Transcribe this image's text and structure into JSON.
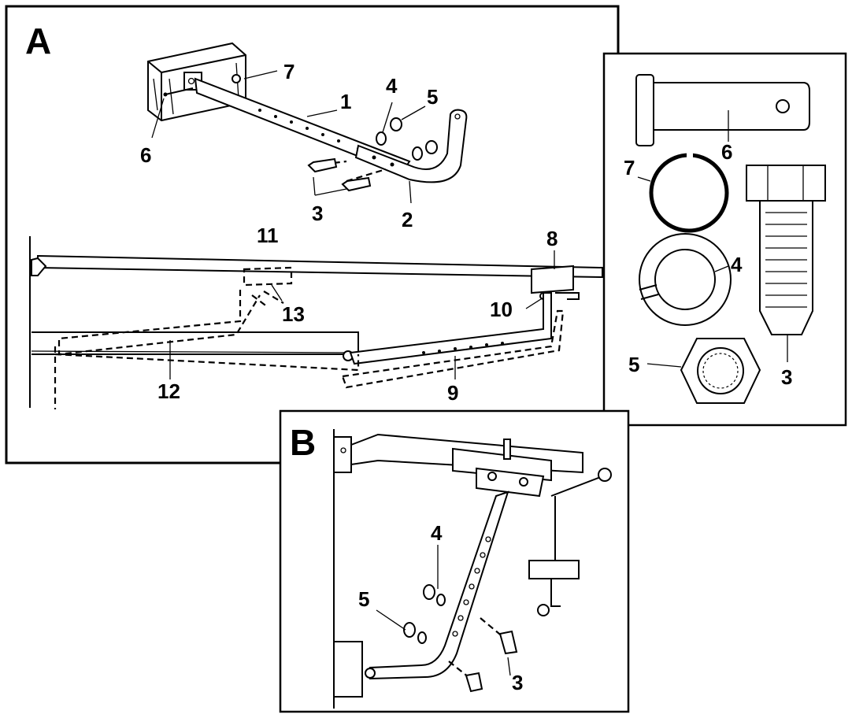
{
  "panels": {
    "a": {
      "letter": "A"
    },
    "b": {
      "letter": "B"
    }
  },
  "callouts_a": {
    "c1": "1",
    "c2": "2",
    "c3": "3",
    "c4": "4",
    "c5": "5",
    "c6": "6",
    "c7": "7",
    "c8": "8",
    "c9": "9",
    "c10": "10",
    "c11": "11",
    "c12": "12",
    "c13": "13"
  },
  "callouts_parts": {
    "pin": "6",
    "ring": "7",
    "washer": "4",
    "nut": "5",
    "bolt": "3"
  },
  "callouts_b": {
    "washer": "4",
    "nut": "5",
    "bolt": "3"
  }
}
